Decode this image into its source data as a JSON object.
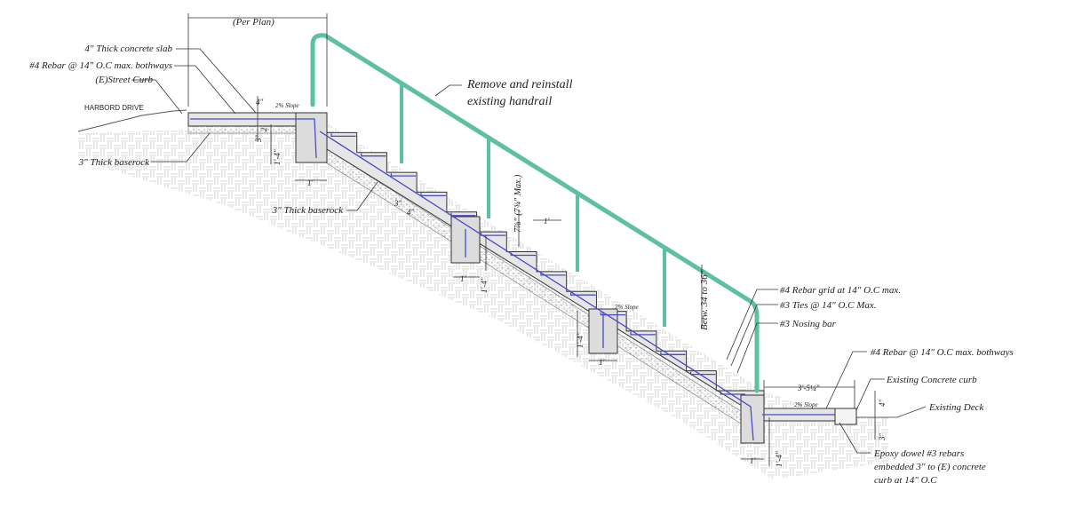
{
  "colors": {
    "handrail": "#5fbfa3",
    "rebar": "#4a4ac8",
    "concrete": "#dcdcdc",
    "soil_hatch": "#cfcfcf",
    "baserock": "#b0b0b0"
  },
  "labels": {
    "per_plan": "(Per Plan)",
    "slab": "4\" Thick concrete slab",
    "rebar_top": "#4 Rebar @ 14\" O.C max. bothways",
    "street_curb": "(E)Street Curb",
    "harbord": "HARBORD DRIVE",
    "baserock_left": "3\" Thick baserock",
    "baserock_mid": "3\" Thick baserock",
    "handrail_line1": "Remove and reinstall",
    "handrail_line2": "existing handrail",
    "rebar_grid": "#4 Rebar grid at 14\" O.C max.",
    "ties": "#3 Ties @ 14\" O.C Max.",
    "nosing": "#3 Nosing bar",
    "rebar_bottom": "#4 Rebar @ 14\" O.C max. bothways",
    "existing_curb": "Existing Concrete curb",
    "existing_deck": "Existing Deck",
    "epoxy_line1": "Epoxy dowel #3 rebars",
    "epoxy_line2": "embedded 3\" to (E) concrete",
    "epoxy_line3": "curb at 14\" O.C",
    "slope_top": "2% Slope",
    "slope_mid": "2% Slope",
    "slope_bottom": "2% Slope",
    "betw": "Betw. 34 to 36\"",
    "riser": "7⅞\" (7¾\" Max.)"
  },
  "dims": {
    "d4_top": "4\"",
    "d3_top": "3\"",
    "d2_top": "2'",
    "d1_4_top": "1'-4\"",
    "d1_top": "1'",
    "d3_mid": "3\"",
    "d4_mid": "4\"",
    "d1_tread": "1'",
    "d1_mid": "1'",
    "d1_4_mid": "1'-4\"",
    "d1_4_low": "1'-4\"",
    "d1_low": "1'",
    "d3_5": "3'-5¼\"",
    "d4_bot": "4\"",
    "d3_bot": "3\"",
    "d1_bot": "1'",
    "d1_4_bot": "1'-4\""
  }
}
